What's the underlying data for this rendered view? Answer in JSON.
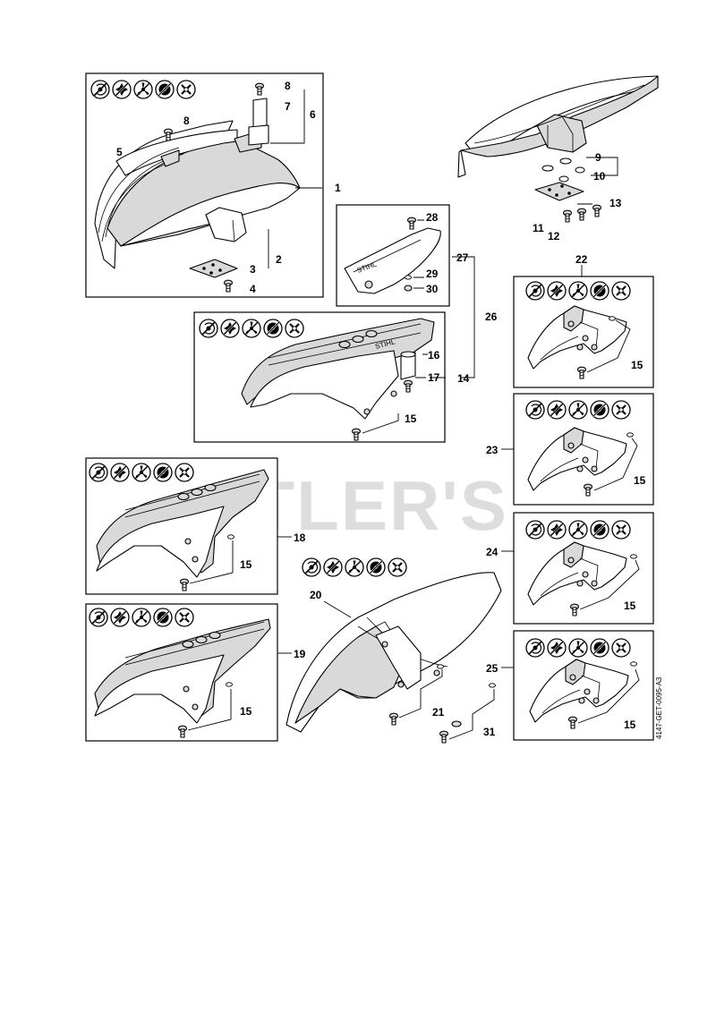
{
  "watermark": "CUTLER'S",
  "drawing_code": "4147-GET-0095-A3",
  "colors": {
    "line": "#000000",
    "shade": "#d9d9d9",
    "dark": "#9a9a9a"
  },
  "part_numbers": [
    "1",
    "2",
    "3",
    "4",
    "5",
    "6",
    "7",
    "8",
    "8",
    "9",
    "10",
    "11",
    "12",
    "13",
    "14",
    "15",
    "15",
    "15",
    "15",
    "15",
    "15",
    "15",
    "15",
    "16",
    "17",
    "18",
    "19",
    "20",
    "21",
    "22",
    "23",
    "24",
    "25",
    "26",
    "27",
    "28",
    "29",
    "30",
    "31"
  ],
  "icon_sets": [
    [
      "trimmer-head-icon",
      "four-blade-icon",
      "three-blade-icon",
      "circular-blade-icon",
      "saw-blade-icon"
    ]
  ]
}
